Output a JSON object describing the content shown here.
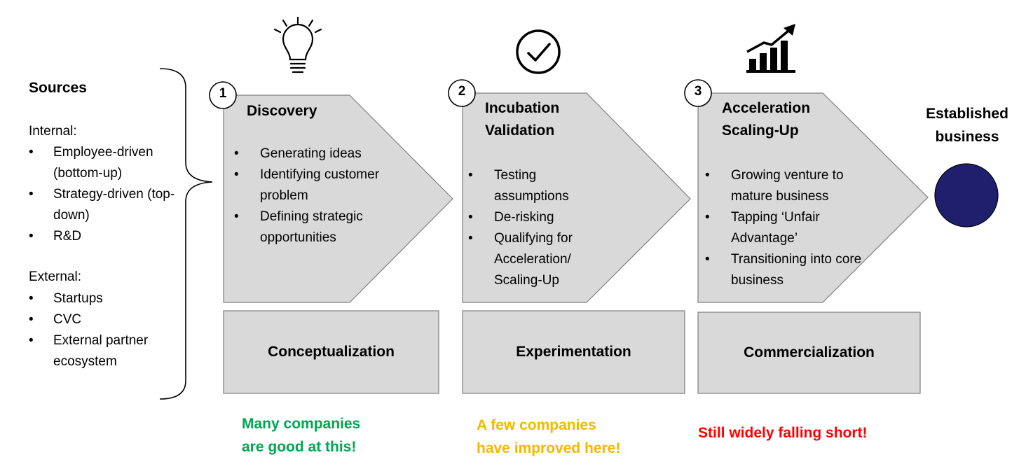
{
  "colors": {
    "shape_fill": "#d9d9d9",
    "shape_stroke": "#7f7f7f",
    "circle_fill": "#1f1f6e",
    "note_good": "#00a650",
    "note_improved": "#f5b800",
    "note_short": "#ff0000"
  },
  "sources": {
    "title": "Sources",
    "internal": {
      "heading": "Internal:",
      "items": [
        "Employee-driven (bottom-up)",
        "Strategy-driven (top-down)",
        "R&D"
      ]
    },
    "external": {
      "heading": "External:",
      "items": [
        "Startups",
        "CVC",
        "External partner ecosystem"
      ]
    }
  },
  "stages": [
    {
      "number": "1",
      "icon": "lightbulb-icon",
      "title_lines": [
        "Discovery"
      ],
      "items": [
        "Generating ideas",
        "Identifying customer problem",
        "Defining strategic opportunities"
      ],
      "phase": "Conceptualization",
      "note_lines": [
        "Many companies",
        "are good at this!"
      ]
    },
    {
      "number": "2",
      "icon": "checkmark-circle-icon",
      "title_lines": [
        "Incubation",
        "Validation"
      ],
      "items": [
        "Testing assumptions",
        "De-risking",
        "Qualifying for Acceleration/ Scaling-Up"
      ],
      "phase": "Experimentation",
      "note_lines": [
        "A few companies",
        "have improved here!"
      ]
    },
    {
      "number": "3",
      "icon": "growth-chart-icon",
      "title_lines": [
        "Acceleration",
        "Scaling-Up"
      ],
      "items": [
        "Growing venture to mature business",
        "Tapping ‘Unfair Advantage’",
        "Transitioning into core business"
      ],
      "phase": "Commercialization",
      "note_lines": [
        "Still widely falling short!"
      ]
    }
  ],
  "established": {
    "lines": [
      "Established",
      "business"
    ]
  }
}
